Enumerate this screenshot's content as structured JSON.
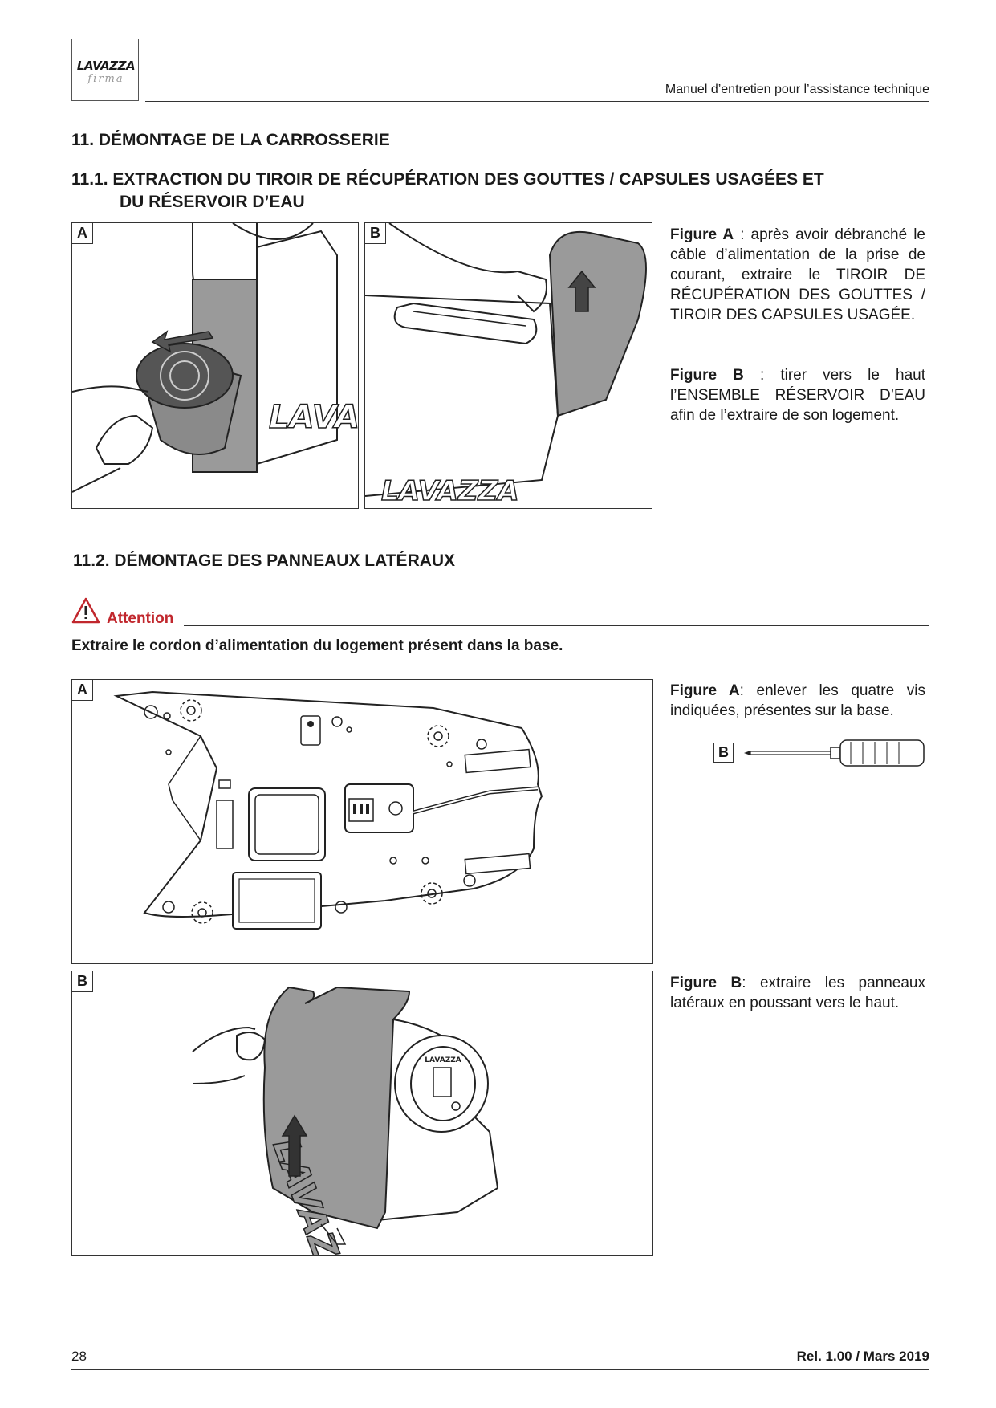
{
  "header": {
    "logo_main": "LAVAZZA",
    "logo_sub": "firma",
    "manual_title": "Manuel d’entretien pour l’assistance technique"
  },
  "section": {
    "title": "11. DÉMONTAGE DE LA CARROSSERIE",
    "sub1_line1": "11.1. EXTRACTION DU TIROIR DE RÉCUPÉRATION DES GOUTTES / CAPSULES USAGÉES ET",
    "sub1_line2": "DU RÉSERVOIR D’EAU",
    "sub2": "11.2. DÉMONTAGE DES PANNEAUX LATÉRAUX"
  },
  "figures_11_1": {
    "label_a": "A",
    "label_b": "B",
    "brand_a": "LAVA",
    "brand_b": "LAVAZZA",
    "figA_label": "Figure A",
    "figA_text": " : après avoir débranché le câble d’alimentation de la prise de courant, extraire le TIROIR DE RÉCUPÉRATION DES GOUTTES / TIROIR DES CAPSULES USAGÉE.",
    "figB_label": "Figure B",
    "figB_text": " : tirer vers le haut l’ENSEMBLE RÉSERVOIR D’EAU afin de l’extraire de son logement."
  },
  "attention": {
    "title": "Attention",
    "message": "Extraire le cordon d’alimentation du logement présent dans la base."
  },
  "figures_11_2": {
    "label_a": "A",
    "label_b": "B",
    "tool_label": "B",
    "logo_small": "LAVAZZA",
    "brand_panel": "LAVAZZA",
    "figA_label": "Figure A",
    "figA_text": ": enlever les quatre vis indiquées, présentes sur la base.",
    "figB_label": "Figure B",
    "figB_text": ": extraire les panneaux latéraux en poussant vers le haut."
  },
  "footer": {
    "page_number": "28",
    "release": "Rel. 1.00 / Mars 2019"
  },
  "colors": {
    "attention_red": "#c1272d",
    "panel_gray": "#9a9a9a",
    "rule": "#333333"
  }
}
